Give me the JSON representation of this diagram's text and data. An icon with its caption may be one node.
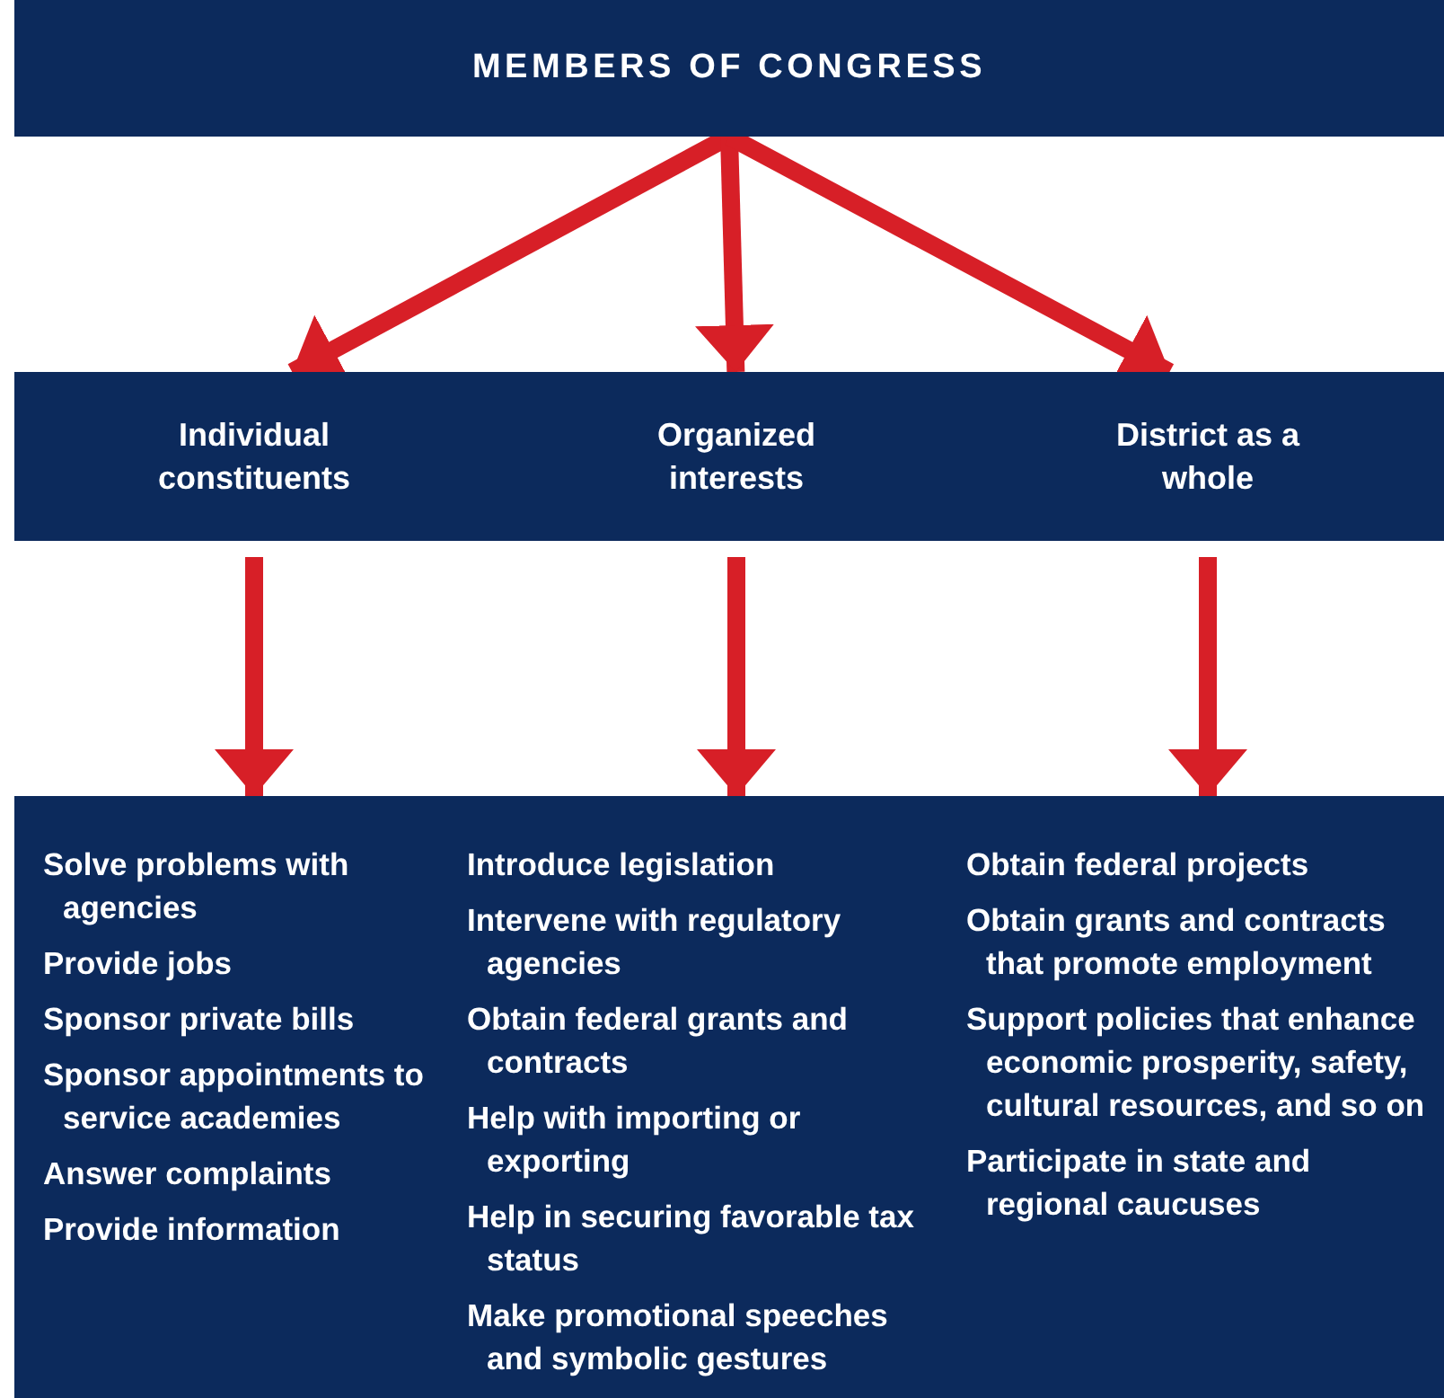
{
  "diagram": {
    "nodes": [
      {
        "text": [
          "MEMBERS OF CONGRESS"
        ]
      },
      {
        "text": [],
        "shape": "bar"
      },
      {
        "text": [
          "Individual constituents"
        ],
        "in": 1
      },
      {
        "text": [
          "Organized interests"
        ],
        "in": 1
      },
      {
        "text": [
          "District as a whole"
        ],
        "in": 1
      },
      {
        "text": [],
        "shape": "bar"
      },
      {
        "text": [
          "Solve problems with agencies",
          "Provide jobs",
          "Sponsor private bills",
          "Sponsor appointments to service academies",
          "Answer complaints",
          "Provide information"
        ],
        "in": 5
      },
      {
        "text": [
          "Introduce legislation",
          "Intervene with regulatory agencies",
          "Obtain federal grants and contracts",
          "Help with importing or exporting",
          "Help in securing favorable tax status",
          "Make promotional speeches and symbolic gestures"
        ],
        "in": 5
      },
      {
        "text": [
          "Obtain federal projects",
          "Obtain grants and contracts that promote employment",
          "Support policies that enhance economic prosperity, safety, cultural resources, and so on",
          "Participate in state and regional caucuses"
        ],
        "in": 5
      }
    ],
    "edges": [
      {
        "from": 0,
        "to": 2,
        "arrow": "to"
      },
      {
        "from": 0,
        "to": 3,
        "arrow": "to"
      },
      {
        "from": 0,
        "to": 4,
        "arrow": "to"
      },
      {
        "from": 2,
        "to": 6,
        "arrow": "to"
      },
      {
        "from": 3,
        "to": 7,
        "arrow": "to"
      },
      {
        "from": 4,
        "to": 8,
        "arrow": "to"
      }
    ]
  }
}
